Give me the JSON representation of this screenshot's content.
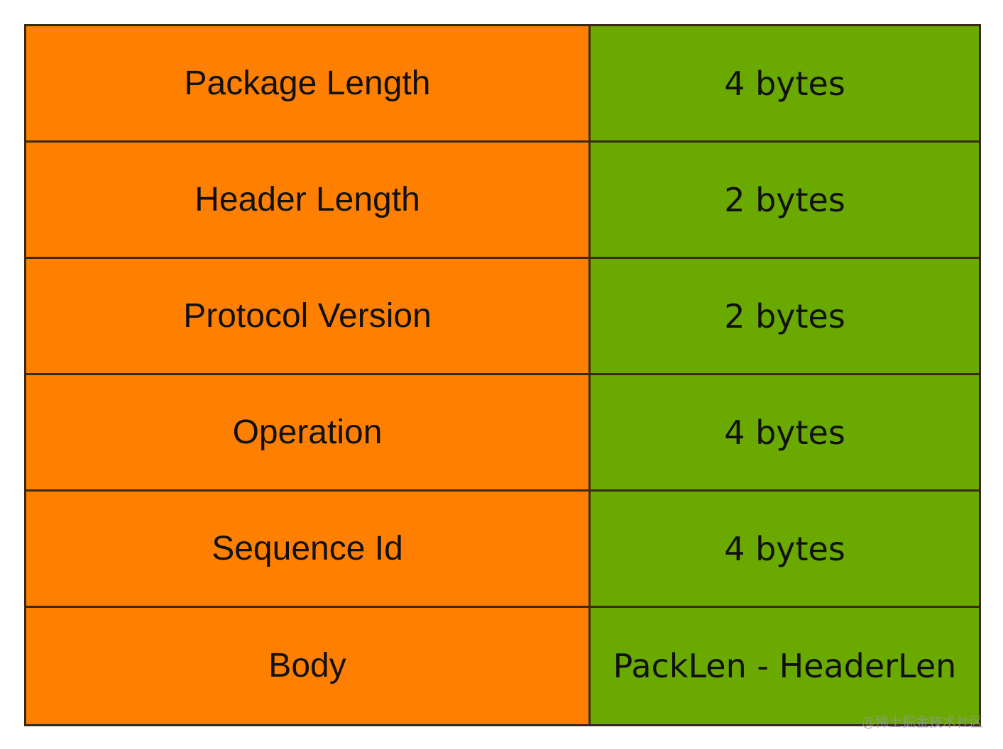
{
  "colors": {
    "field_fill": "#ff8000",
    "size_fill": "#6aaa00",
    "border": "#3b2a12"
  },
  "rows": [
    {
      "field": "Package Length",
      "size": "4 bytes"
    },
    {
      "field": "Header Length",
      "size": "2 bytes"
    },
    {
      "field": "Protocol Version",
      "size": "2 bytes"
    },
    {
      "field": "Operation",
      "size": "4 bytes"
    },
    {
      "field": "Sequence Id",
      "size": "4 bytes"
    },
    {
      "field": "Body",
      "size": "PackLen - HeaderLen"
    }
  ],
  "watermark": "@稀土掘金技术社区"
}
